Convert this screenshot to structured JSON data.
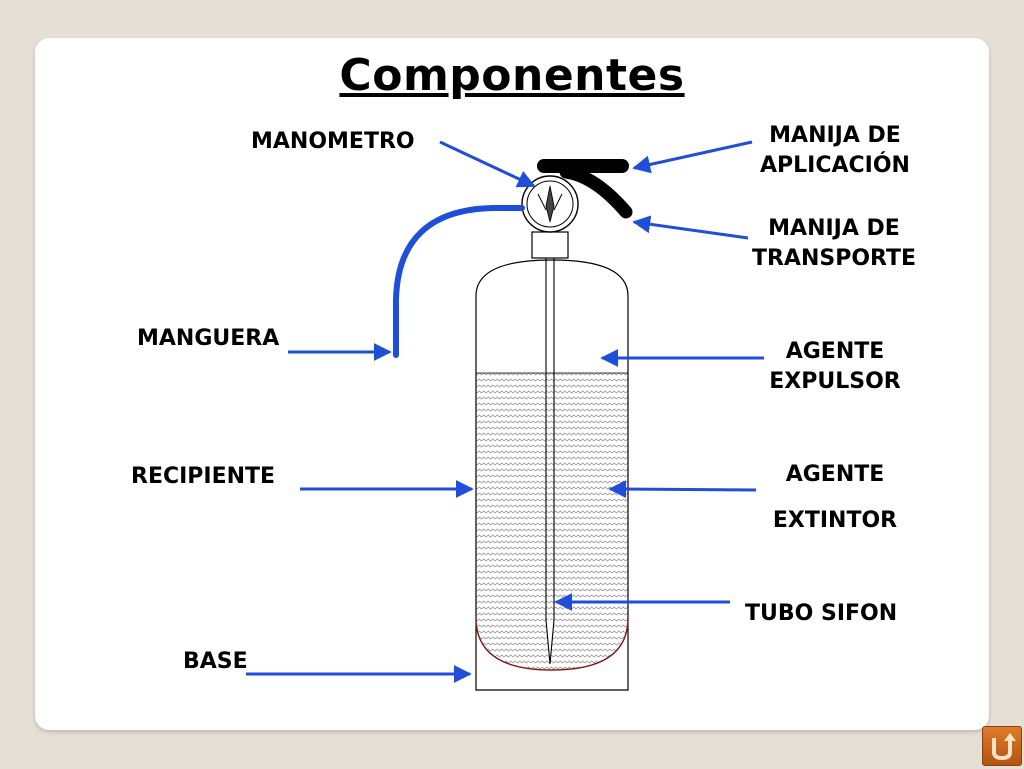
{
  "slide": {
    "title": "Componentes"
  },
  "labels": {
    "manometro": "MANOMETRO",
    "manija_aplicacion_1": "MANIJA DE",
    "manija_aplicacion_2": "APLICACIÓN",
    "manija_transporte_1": "MANIJA DE",
    "manija_transporte_2": "TRANSPORTE",
    "manguera": "MANGUERA",
    "agente_expulsor_1": "AGENTE",
    "agente_expulsor_2": "EXPULSOR",
    "recipiente": "RECIPIENTE",
    "agente_extintor_1": "AGENTE",
    "agente_extintor_2": "EXTINTOR",
    "tubo_sifon": "TUBO SIFON",
    "base": "BASE"
  },
  "colors": {
    "arrow": "#1f4fd8",
    "hose": "#1f4fd8",
    "handle": "#000000",
    "nav_button": "#d06a20"
  },
  "nav": {
    "return_icon": "return-arrow-icon"
  }
}
